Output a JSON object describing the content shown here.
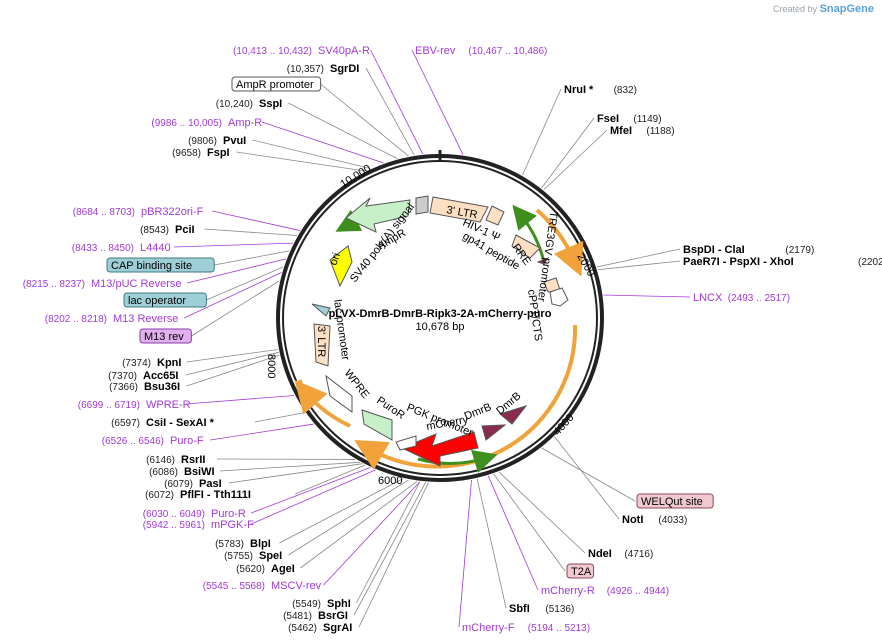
{
  "credit": {
    "prefix": "Created by",
    "brand": "SnapGene"
  },
  "plasmid": {
    "name": "pLVX-DmrB-DmrB-Ripk3-2A-mCherry-puro",
    "size_label": "10,678 bp"
  },
  "ticks": [
    "2000",
    "4000",
    "6000",
    "8000",
    "10,000"
  ],
  "left_labels": [
    {
      "num": "(10,413 .. 10,432)",
      "name": "SV40pA-R",
      "style": "purple"
    },
    {
      "num": "(10,357)",
      "name": "SgrDI",
      "style": "enzyme"
    },
    {
      "name": "AmpR promoter",
      "style": "box",
      "fill": "#ffffff",
      "stroke": "#555555"
    },
    {
      "num": "(10,240)",
      "name": "SspI",
      "style": "enzyme"
    },
    {
      "num": "(9986 .. 10,005)",
      "name": "Amp-R",
      "style": "purple"
    },
    {
      "num": "(9806)",
      "name": "PvuI",
      "style": "enzyme"
    },
    {
      "num": "(9658)",
      "name": "FspI",
      "style": "enzyme"
    },
    {
      "num": "(8684 .. 8703)",
      "name": "pBR322ori-F",
      "style": "purple"
    },
    {
      "num": "(8543)",
      "name": "PciI",
      "style": "enzyme"
    },
    {
      "num": "(8433 .. 8450)",
      "name": "L4440",
      "style": "purple"
    },
    {
      "name": "CAP binding site",
      "style": "box",
      "fill": "#9ecfd6",
      "stroke": "#3d7a85"
    },
    {
      "num": "(8215 .. 8237)",
      "name": "M13/pUC Reverse",
      "style": "purple"
    },
    {
      "name": "lac operator",
      "style": "box",
      "fill": "#9ecfd6",
      "stroke": "#3d7a85"
    },
    {
      "num": "(8202 .. 8218)",
      "name": "M13 Reverse",
      "style": "purple"
    },
    {
      "name": "M13 rev",
      "style": "box",
      "fill": "#e3b0f0",
      "stroke": "#8a3fa8"
    },
    {
      "num": "(7374)",
      "name": "KpnI",
      "style": "enzyme"
    },
    {
      "num": "(7370)",
      "name": "Acc65I",
      "style": "enzyme"
    },
    {
      "num": "(7366)",
      "name": "Bsu36I",
      "style": "enzyme"
    },
    {
      "num": "(6699 .. 6719)",
      "name": "WPRE-R",
      "style": "purple"
    },
    {
      "num": "(6597)",
      "name": "CsiI  -  SexAI *",
      "style": "enzyme"
    },
    {
      "num": "(6526 .. 6546)",
      "name": "Puro-F",
      "style": "purple"
    },
    {
      "num": "(6146)",
      "name": "RsrII",
      "style": "enzyme"
    },
    {
      "num": "(6086)",
      "name": "BsiWI",
      "style": "enzyme"
    },
    {
      "num": "(6079)",
      "name": "PasI",
      "style": "enzyme"
    },
    {
      "num": "(6072)",
      "name": "PflFI  -  Tth111I",
      "style": "enzyme"
    },
    {
      "num": "(6030 .. 6049)",
      "name": "Puro-R",
      "style": "purple"
    },
    {
      "num": "(5942 .. 5961)",
      "name": "mPGK-F",
      "style": "purple"
    },
    {
      "num": "(5783)",
      "name": "BlpI",
      "style": "enzyme"
    },
    {
      "num": "(5755)",
      "name": "SpeI",
      "style": "enzyme"
    },
    {
      "num": "(5620)",
      "name": "AgeI",
      "style": "enzyme"
    },
    {
      "num": "(5545 .. 5568)",
      "name": "MSCV-rev",
      "style": "purple"
    },
    {
      "num": "(5549)",
      "name": "SphI",
      "style": "enzyme"
    },
    {
      "num": "(5481)",
      "name": "BsrGI",
      "style": "enzyme"
    },
    {
      "num": "(5462)",
      "name": "SgrAI",
      "style": "enzyme"
    }
  ],
  "right_labels": [
    {
      "name": "EBV-rev",
      "num": "(10,467 .. 10,486)",
      "style": "purple"
    },
    {
      "name": "NruI *",
      "num": "(832)",
      "style": "enzyme"
    },
    {
      "name": "FseI",
      "num": "(1149)",
      "style": "enzyme"
    },
    {
      "name": "MfeI",
      "num": "(1188)",
      "style": "enzyme"
    },
    {
      "name": "BspDI  -  ClaI",
      "num": "(2179)",
      "style": "enzyme"
    },
    {
      "name": "PaeR7I  -  PspXI  -  XhoI",
      "num": "(2202)",
      "style": "enzyme"
    },
    {
      "name": "LNCX",
      "num": "(2493 .. 2517)",
      "style": "purple"
    },
    {
      "name": "WELQut site",
      "style": "box",
      "fill": "#f0c8d0",
      "stroke": "#8a4a5a"
    },
    {
      "name": "NotI",
      "num": "(4033)",
      "style": "enzyme"
    },
    {
      "name": "NdeI",
      "num": "(4716)",
      "style": "enzyme"
    },
    {
      "name": "T2A",
      "style": "box",
      "fill": "#f0c8d0",
      "stroke": "#8a4a5a"
    },
    {
      "name": "mCherry-R",
      "num": "(4926 .. 4944)",
      "style": "purple"
    },
    {
      "name": "SbfI",
      "num": "(5136)",
      "style": "enzyme"
    },
    {
      "name": "mCherry-F",
      "num": "(5194 .. 5213)",
      "style": "purple"
    }
  ],
  "features": [
    {
      "name": "3' LTR",
      "color": "#fde0c4"
    },
    {
      "name": "HIV-1 Ψ",
      "color": "#fde0c4"
    },
    {
      "name": "RRE",
      "color": "#fde0c4"
    },
    {
      "name": "gp41 peptide",
      "color": "#8a2c50"
    },
    {
      "name": "cPPT/CTS",
      "color": "#fde0c4"
    },
    {
      "name": "TRE3GV promoter",
      "color": "#ffffff"
    },
    {
      "name": "DmrB",
      "color": "#8a2c50"
    },
    {
      "name": "DmrB",
      "color": "#8a2c50"
    },
    {
      "name": "mCherry",
      "color": "#ff0000"
    },
    {
      "name": "PGK promoter",
      "color": "#ffffff"
    },
    {
      "name": "PuroR",
      "color": "#c8f0c8"
    },
    {
      "name": "WPRE",
      "color": "#ffffff"
    },
    {
      "name": "3' LTR",
      "color": "#fde0c4"
    },
    {
      "name": "lac promoter",
      "color": "#ffffff"
    },
    {
      "name": "ori",
      "color": "#ffff00"
    },
    {
      "name": "AmpR",
      "color": "#c8f0c8"
    },
    {
      "name": "SV40 poly(A) signal",
      "color": "#ffffff"
    }
  ],
  "colors": {
    "purple": "#a23ad6",
    "orf_orange": "#f2a23a",
    "primer_green": "#3f8f1f",
    "backbone": "#222222"
  }
}
